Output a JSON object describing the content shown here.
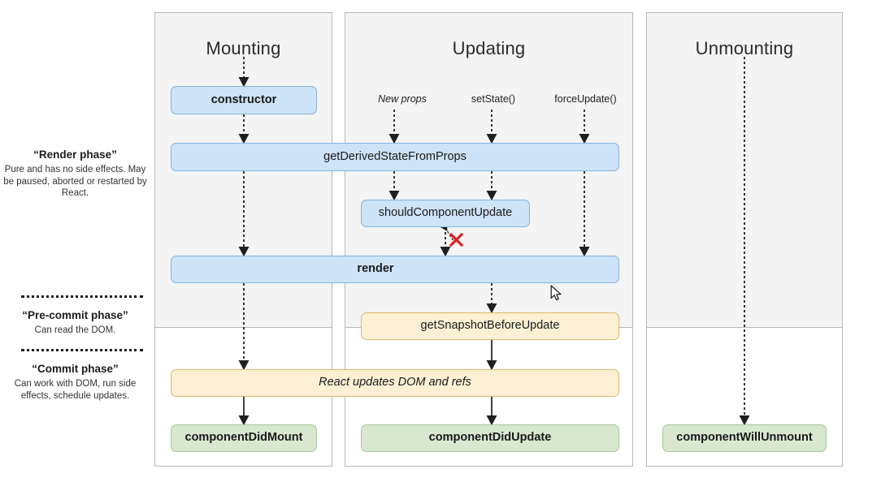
{
  "diagram": {
    "title": "React component lifecycle diagram",
    "colors": {
      "blue_fill": "#cde3f7",
      "blue_border": "#87b4dd",
      "cream_fill": "#fdf0d4",
      "cream_border": "#dcb869",
      "green_fill": "#d7e8cf",
      "green_border": "#a9c79a",
      "panel_gray": "#f4f4f4",
      "panel_border": "#b9b9b9",
      "marker_red": "#e02020"
    }
  },
  "phases": [
    {
      "title": "“Render phase”",
      "desc": "Pure and has no side effects. May be paused, aborted or restarted by React."
    },
    {
      "title": "“Pre-commit phase”",
      "desc": "Can read the DOM."
    },
    {
      "title": "“Commit phase”",
      "desc": "Can work with DOM, run side effects, schedule updates."
    }
  ],
  "columns": {
    "mounting": {
      "title": "Mounting"
    },
    "updating": {
      "title": "Updating"
    },
    "unmounting": {
      "title": "Unmounting"
    }
  },
  "triggers": [
    {
      "label": "New props",
      "style": "italic"
    },
    {
      "label": "setState()",
      "style": "normal"
    },
    {
      "label": "forceUpdate()",
      "style": "normal"
    }
  ],
  "boxes": {
    "constructor": "constructor",
    "getDerivedStateFromProps": "getDerivedStateFromProps",
    "shouldComponentUpdate": "shouldComponentUpdate",
    "render": "render",
    "getSnapshotBeforeUpdate": "getSnapshotBeforeUpdate",
    "reactUpdatesDomAndRefs": "React updates DOM and refs",
    "componentDidMount": "componentDidMount",
    "componentDidUpdate": "componentDidUpdate",
    "componentWillUnmount": "componentWillUnmount"
  },
  "markers": {
    "skip_render_x": "✕"
  }
}
